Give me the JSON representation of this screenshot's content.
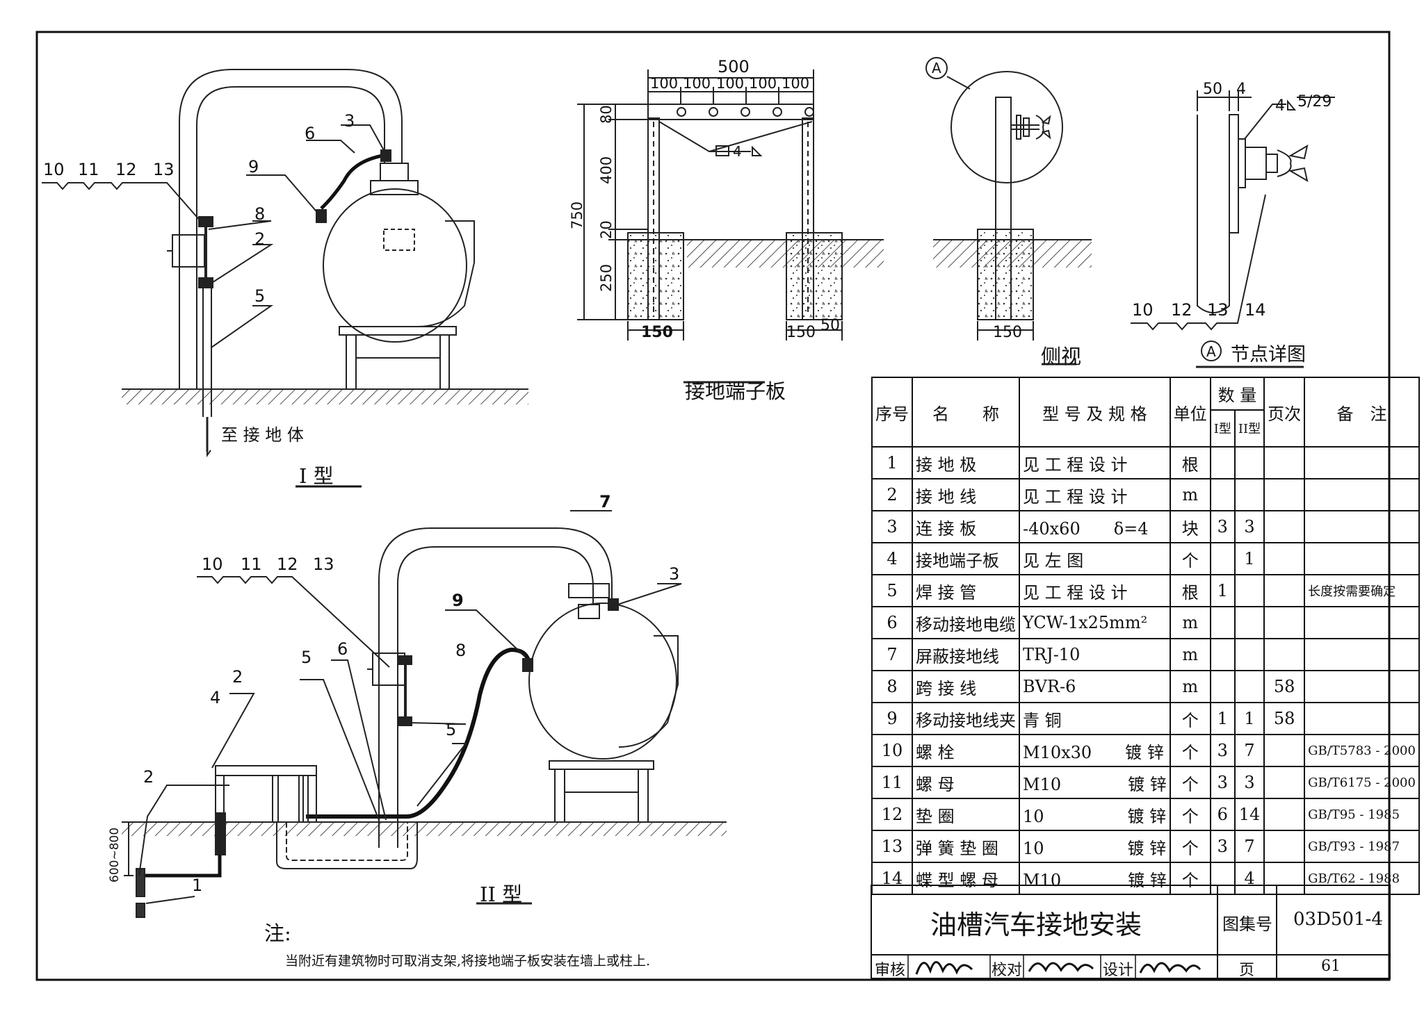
{
  "type_one": {
    "title": "I 型",
    "callouts": [
      "10",
      "11",
      "12",
      "13",
      "9",
      "6",
      "3",
      "8",
      "2",
      "5"
    ],
    "ground_note": "至 接 地 体"
  },
  "terminal_board": {
    "title": "接地端子板",
    "dim_total": "500",
    "dim_segments": [
      "100",
      "100",
      "100",
      "100",
      "100"
    ],
    "dim_vertical": [
      "80",
      "400",
      "20",
      "250"
    ],
    "dim_overall_height": "750",
    "dim_base_left": "150",
    "dim_base_right": "150",
    "dim_base_offset": "50",
    "weld_symbol": "4"
  },
  "side_view": {
    "title": "侧视",
    "marker": "A",
    "dim_base": "150"
  },
  "node_detail": {
    "title": "节点详图",
    "marker": "A",
    "dim_top": "50",
    "dim_top_small": "4",
    "weld_label": "4",
    "weld_ref": "5/29",
    "callouts": [
      "10",
      "12",
      "13",
      "14"
    ]
  },
  "type_two": {
    "title": "II 型",
    "callouts": [
      "7",
      "10",
      "11",
      "12",
      "13",
      "3",
      "9",
      "2",
      "6",
      "8",
      "4",
      "5",
      "5",
      "2",
      "1"
    ],
    "depth_range": "600~800"
  },
  "parts_table": {
    "headers": {
      "no": "序号",
      "name": "名　　称",
      "model": "型 号 及 规 格",
      "unit": "单位",
      "qty": "数 量",
      "qty_i": "I型",
      "qty_ii": "II型",
      "page": "页次",
      "remark": "备　注"
    },
    "rows": [
      {
        "no": "1",
        "name": "接 地 极",
        "model": "见 工 程 设 计",
        "unit": "根",
        "qi": "",
        "qii": "",
        "page": "",
        "remark": ""
      },
      {
        "no": "2",
        "name": "接 地 线",
        "model": "见 工 程 设 计",
        "unit": "m",
        "qi": "",
        "qii": "",
        "page": "",
        "remark": ""
      },
      {
        "no": "3",
        "name": "连 接 板",
        "model": "-40x60　　δ=4",
        "unit": "块",
        "qi": "3",
        "qii": "3",
        "page": "",
        "remark": ""
      },
      {
        "no": "4",
        "name": "接地端子板",
        "model": "见 左 图",
        "unit": "个",
        "qi": "",
        "qii": "1",
        "page": "",
        "remark": ""
      },
      {
        "no": "5",
        "name": "焊 接 管",
        "model": "见 工 程 设 计",
        "unit": "根",
        "qi": "1",
        "qii": "",
        "page": "",
        "remark": "长度按需要确定"
      },
      {
        "no": "6",
        "name": "移动接地电缆",
        "model": "YCW-1x25mm²",
        "unit": "m",
        "qi": "",
        "qii": "",
        "page": "",
        "remark": ""
      },
      {
        "no": "7",
        "name": "屏蔽接地线",
        "model": "TRJ-10",
        "unit": "m",
        "qi": "",
        "qii": "",
        "page": "",
        "remark": ""
      },
      {
        "no": "8",
        "name": "跨 接 线",
        "model": "BVR-6",
        "unit": "m",
        "qi": "",
        "qii": "",
        "page": "58",
        "remark": ""
      },
      {
        "no": "9",
        "name": "移动接地线夹",
        "model": "青 铜",
        "unit": "个",
        "qi": "1",
        "qii": "1",
        "page": "58",
        "remark": ""
      },
      {
        "no": "10",
        "name": "螺 栓",
        "model": "M10x30　　镀 锌",
        "unit": "个",
        "qi": "3",
        "qii": "7",
        "page": "",
        "remark": "GB/T5783 - 2000"
      },
      {
        "no": "11",
        "name": "螺 母",
        "model": "M10　　　　镀 锌",
        "unit": "个",
        "qi": "3",
        "qii": "3",
        "page": "",
        "remark": "GB/T6175 - 2000"
      },
      {
        "no": "12",
        "name": "垫 圈",
        "model": "10　　　　　镀 锌",
        "unit": "个",
        "qi": "6",
        "qii": "14",
        "page": "",
        "remark": "GB/T95 - 1985"
      },
      {
        "no": "13",
        "name": "弹 簧 垫 圈",
        "model": "10　　　　　镀 锌",
        "unit": "个",
        "qi": "3",
        "qii": "7",
        "page": "",
        "remark": "GB/T93 - 1987"
      },
      {
        "no": "14",
        "name": "蝶 型 螺 母",
        "model": "M10　　　　镀 锌",
        "unit": "个",
        "qi": "",
        "qii": "4",
        "page": "",
        "remark": "GB/T62 - 1988"
      }
    ]
  },
  "title_block": {
    "drawing_title": "油槽汽车接地安装",
    "atlas_label": "图集号",
    "atlas_no": "03D501-4",
    "review_label": "审核",
    "check_label": "校对",
    "design_label": "设计",
    "page_label": "页",
    "page_no": "61"
  },
  "notes": {
    "heading": "注:",
    "text": "当附近有建筑物时可取消支架,将接地端子板安装在墙上或柱上."
  }
}
